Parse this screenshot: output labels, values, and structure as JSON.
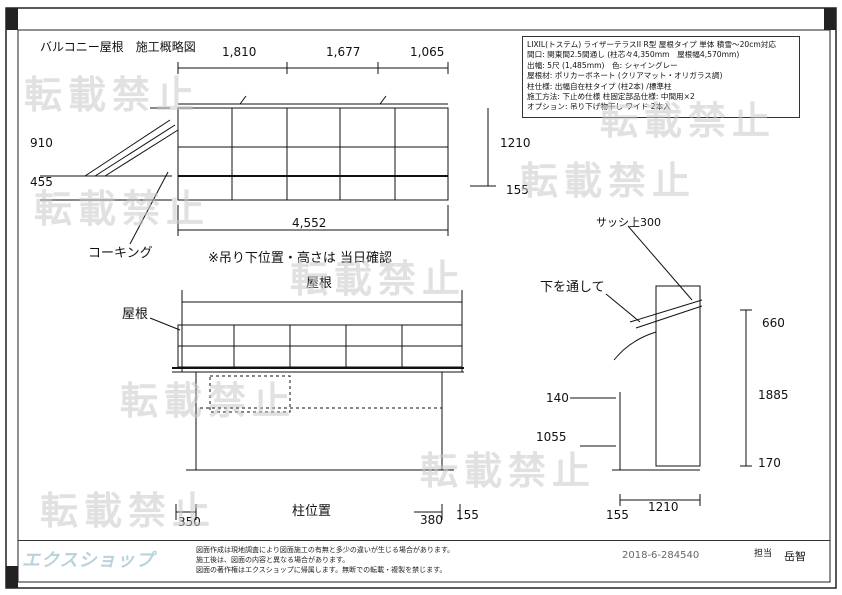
{
  "title": "バルコニー屋根　施工概略図",
  "spec_lines": [
    "LIXIL(トステム) ライザーテラスII R型 屋根タイプ 単体 積雪〜20cm対応",
    "間口: 関東間2.5間通し (柱芯々4,350mm　屋根幅4,570mm)",
    "出幅: 5尺 (1,485mm)　色: シャイングレー",
    "屋根材: ポリカーボネート (クリアマット・オリガラス調)",
    "柱仕様: 出幅自在柱タイプ (柱2本) /標準柱",
    "施工方法: 下止め仕様 柱固定部品仕様: 中間用×2",
    "オプション: 吊り下げ物干し ワイド 2本入"
  ],
  "plan_view": {
    "widths": [
      "1,810",
      "1,677",
      "1,065"
    ],
    "left_dims": [
      "910",
      "455"
    ],
    "right_dims": [
      "1210",
      "155"
    ],
    "total_width": "4,552",
    "caulking": "コーキング"
  },
  "notes": {
    "hanging": "※吊り下位置・高さは 当日確認"
  },
  "front_view": {
    "roof_top": "屋根",
    "roof_side": "屋根",
    "post_position": "柱位置",
    "bottom_dims": [
      "350",
      "380",
      "155"
    ]
  },
  "side_view": {
    "sash": "サッシ上300",
    "pass_under": "下を通して",
    "right_dims": [
      "660",
      "1885",
      "170"
    ],
    "left_dims": [
      "140",
      "1055"
    ],
    "bottom_dims": [
      "155",
      "1210"
    ]
  },
  "watermark": "転載禁止",
  "footer": {
    "brand": "エクスショップ",
    "note1": "図面作成は現地調査により図面施工の有無と多少の違いが生じる場合があります。",
    "note2": "施工後は、図面の内容と異なる場合があります。",
    "note3": "図面の著作権はエクスショップに帰属します。無断での転載・複製を禁じます。",
    "code": "2018-6-284540",
    "stamp": "担当",
    "author": "岳智"
  },
  "colors": {
    "line": "#111111",
    "watermark": "#c9c9c9",
    "brand": "#b8d2de"
  }
}
